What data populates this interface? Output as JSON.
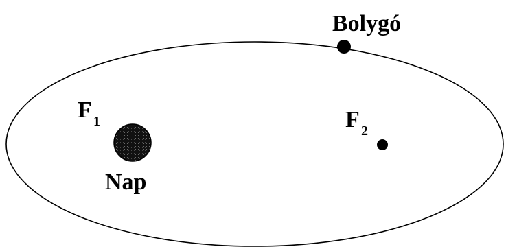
{
  "labels": {
    "planet": "Bolygó",
    "focus1": "F",
    "focus1_sub": "1",
    "focus2": "F",
    "focus2_sub": "2",
    "sun": "Nap"
  },
  "colors": {
    "ink": "#000000",
    "background": "#ffffff",
    "sun_fill": "#1a1a1a"
  }
}
